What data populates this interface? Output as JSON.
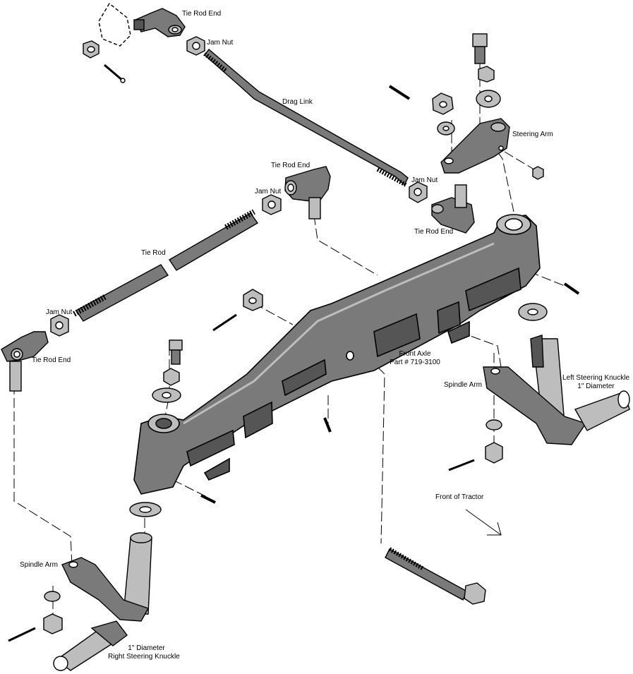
{
  "colors": {
    "part_fill": "#7a7a7a",
    "part_dark": "#555555",
    "part_light": "#bdbdbd",
    "outline": "#000000",
    "background": "#ffffff"
  },
  "labels": {
    "tie_rod_end_top": "Tie Rod End",
    "jam_nut_top": "Jam Nut",
    "drag_link": "Drag Link",
    "steering_arm": "Steering Arm",
    "tie_rod_end_mid": "Tie Rod End",
    "jam_nut_mid": "Jam Nut",
    "jam_nut_right": "Jam Nut",
    "tie_rod_end_right": "Tie Rod End",
    "tie_rod": "Tie Rod",
    "jam_nut_left": "Jam Nut",
    "tie_rod_end_left": "Tie Rod End",
    "front_axle_line1": "Front Axle",
    "front_axle_line2": "Part # 719-3100",
    "spindle_arm_right": "Spindle Arm",
    "left_knuckle_line1": "Left Steering Knuckle",
    "left_knuckle_line2": "1\" Diameter",
    "front_of_tractor": "Front of Tractor",
    "spindle_arm_left": "Spindle Arm",
    "right_knuckle_line1": "1\" Diameter",
    "right_knuckle_line2": "Right Steering Knuckle"
  },
  "icons": {
    "direction_arrow": "front-direction-arrow-icon"
  }
}
